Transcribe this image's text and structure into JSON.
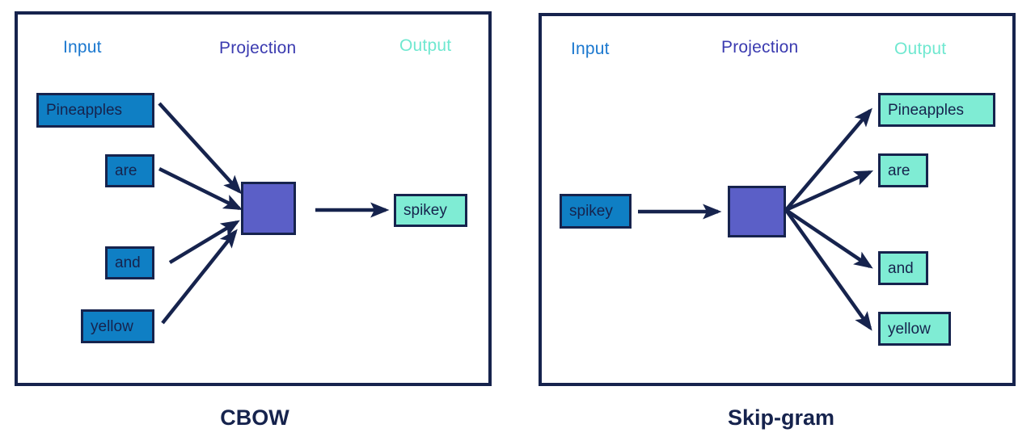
{
  "figure": {
    "title_left": "CBOW",
    "title_right": "Skip-gram"
  },
  "panels": [
    {
      "id": "cbow",
      "caption": "CBOW",
      "headers": {
        "input": "Input",
        "projection": "Projection",
        "output": "Output"
      },
      "inputs": [
        {
          "label": "Pineapples"
        },
        {
          "label": "are"
        },
        {
          "label": "and"
        },
        {
          "label": "yellow"
        }
      ],
      "projection": {
        "label": ""
      },
      "outputs": [
        {
          "label": "spikey"
        }
      ]
    },
    {
      "id": "skip-gram",
      "caption": "Skip-gram",
      "headers": {
        "input": "Input",
        "projection": "Projection",
        "output": "Output"
      },
      "inputs": [
        {
          "label": "spikey"
        }
      ],
      "projection": {
        "label": ""
      },
      "outputs": [
        {
          "label": "Pineapples"
        },
        {
          "label": "are"
        },
        {
          "label": "and"
        },
        {
          "label": "yellow"
        }
      ]
    }
  ],
  "colors": {
    "input_box": "#0f7fc4",
    "projection_box": "#5b5fc7",
    "output_box": "#7fecd4",
    "outline": "#16234d",
    "input_label": "#1b78cf",
    "projection_label": "#3b3bb0",
    "output_label": "#6fe8d0",
    "arrow": "#16234d",
    "background": "#ffffff"
  }
}
